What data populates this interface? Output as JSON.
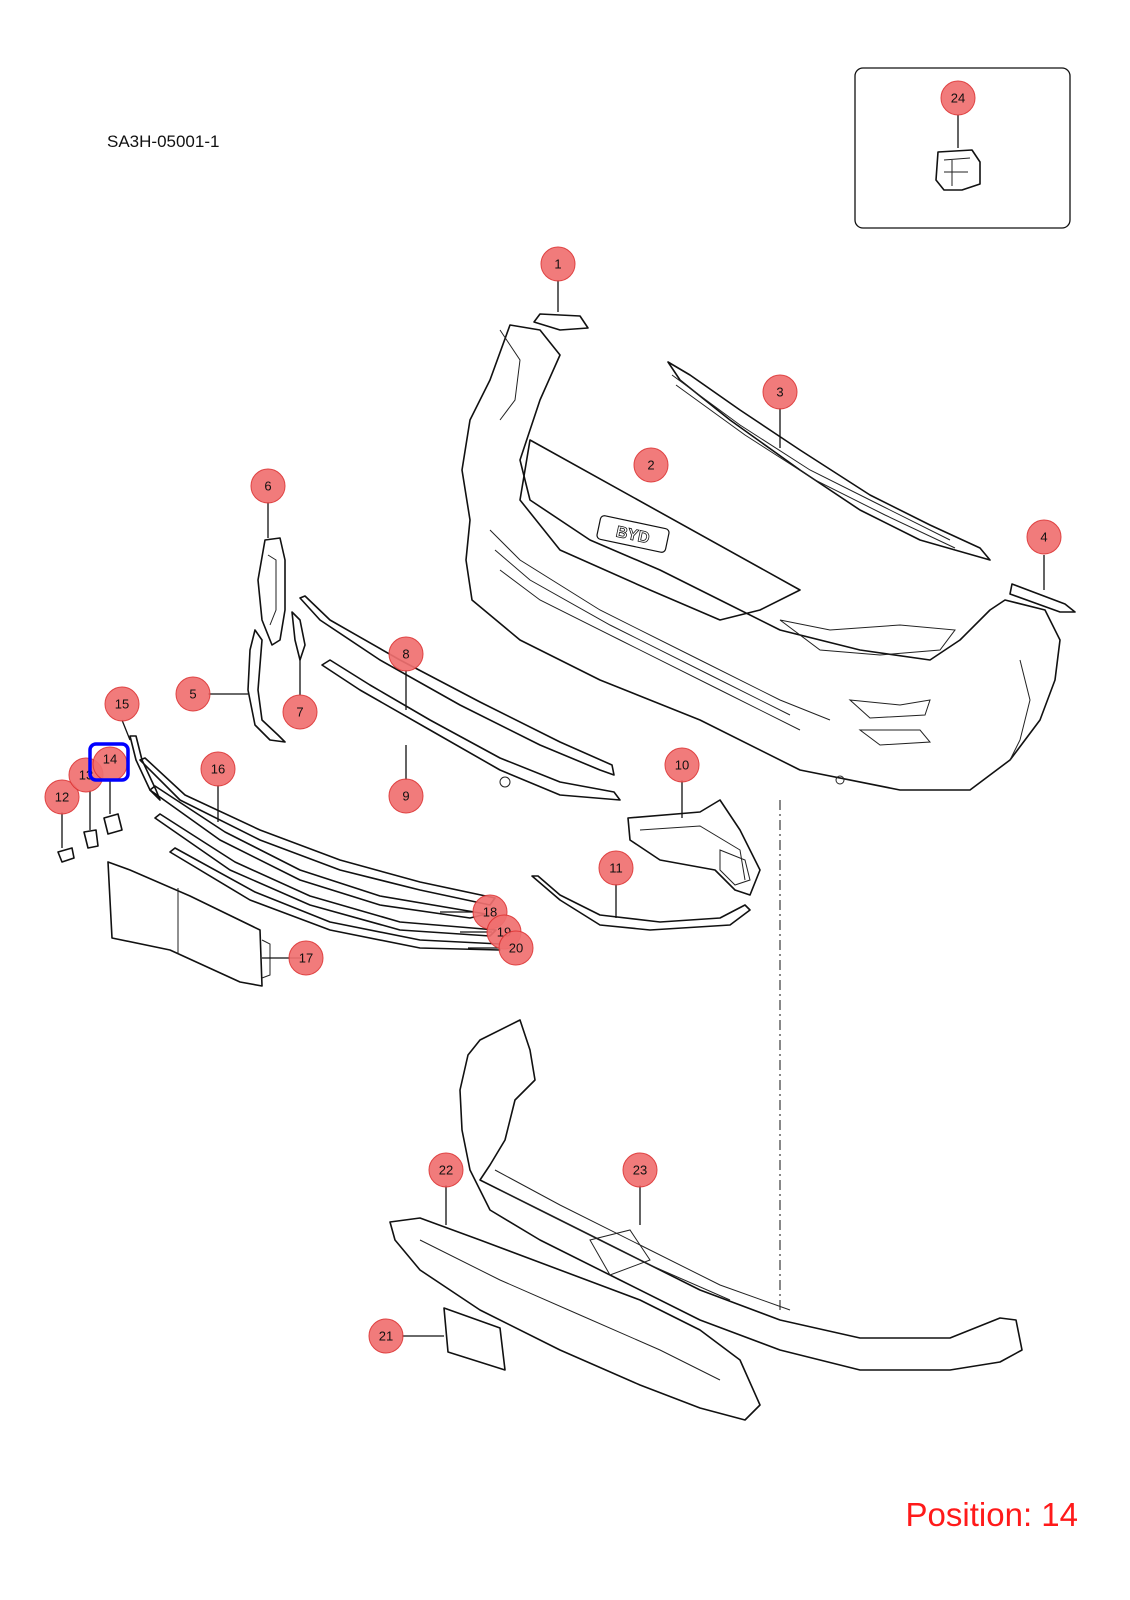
{
  "diagram": {
    "code": "SA3H-05001-1",
    "position_label": "Position: 14",
    "selected_callout": "14",
    "callouts": [
      "1",
      "2",
      "3",
      "4",
      "5",
      "6",
      "7",
      "8",
      "9",
      "10",
      "11",
      "12",
      "13",
      "14",
      "15",
      "16",
      "17",
      "18",
      "19",
      "20",
      "21",
      "22",
      "23",
      "24"
    ],
    "emblem_text": "BYD",
    "colors": {
      "callout_fill": "#f07070",
      "highlight": "#0000ff",
      "position_text": "#ff1a1a"
    }
  }
}
